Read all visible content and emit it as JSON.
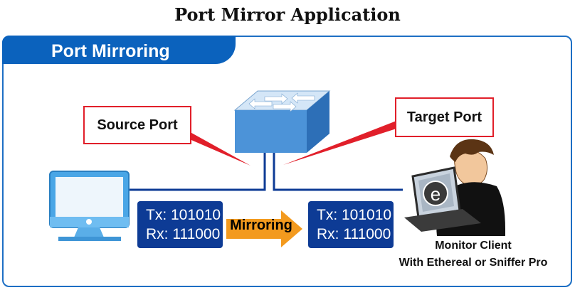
{
  "title": "Port Mirror Application",
  "panel": {
    "label": "Port Mirroring"
  },
  "callouts": {
    "source": "Source Port",
    "target": "Target Port"
  },
  "source_box": {
    "tx": "Tx: 101010",
    "rx": "Rx: 111000"
  },
  "target_box": {
    "tx": "Tx: 101010",
    "rx": "Rx: 111000"
  },
  "arrow": {
    "label": "Mirroring"
  },
  "client": {
    "line1": "Monitor Client",
    "line2": "With Ethereal or Sniffer Pro"
  },
  "colors": {
    "frame": "#1d6fc4",
    "tab": "#0b62bd",
    "data_box": "#0d3b95",
    "callout_border": "#e11f2a",
    "arrow_fill": "#f39a1e",
    "cable": "#0d3b95"
  }
}
